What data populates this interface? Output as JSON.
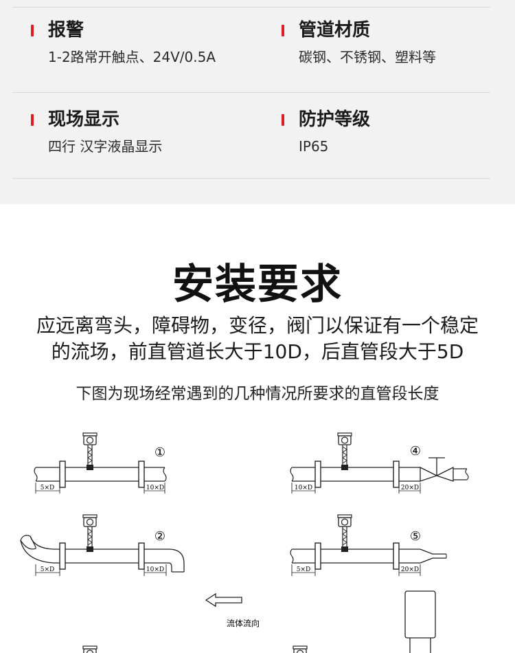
{
  "specs": [
    {
      "title": "报警",
      "value": "1-2路常开触点、24V/0.5A"
    },
    {
      "title": "管道材质",
      "value": "碳钢、不锈钢、塑料等"
    },
    {
      "title": "现场显示",
      "value": "四行  汉字液晶显示"
    },
    {
      "title": "防护等级",
      "value": "IP65"
    }
  ],
  "install": {
    "title": "安装要求",
    "line1": "应远离弯头，障碍物，变径，阀门以保证有一个稳定",
    "line2": "的流场，前直管道长大于10D，后直管段大于5D",
    "caption": "下图为现场经常遇到的几种情况所要求的直管段长度"
  },
  "diagram": {
    "case_labels": [
      "①",
      "②",
      "④",
      "⑤"
    ],
    "dim_5d": "5×D",
    "dim_10d": "10×D",
    "dim_20d": "20×D",
    "flow_label": "流体流向"
  },
  "colors": {
    "accent": "#e01b22",
    "panel_bg": "#f2f2f2"
  }
}
